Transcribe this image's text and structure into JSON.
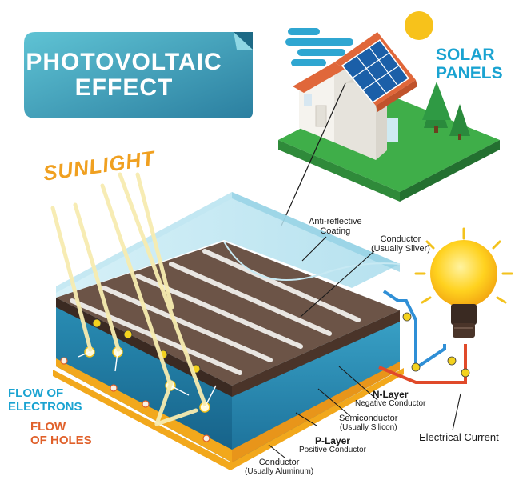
{
  "title": {
    "line1": "PHOTOVOLTAIC",
    "line2": "EFFECT"
  },
  "solar_panels": {
    "line1": "SOLAR",
    "line2": "PANELS"
  },
  "sunlight": "SUNLIGHT",
  "labels": {
    "anti_reflective": {
      "line1": "Anti-reflective",
      "line2": "Coating"
    },
    "conductor_top": {
      "line1": "Conductor",
      "line2": "(Usually Silver)"
    },
    "n_layer": {
      "name": "N-Layer",
      "desc": "Negative Conductor"
    },
    "semiconductor": {
      "name": "Semiconductor",
      "desc": "(Usually Silicon)"
    },
    "p_layer": {
      "name": "P-Layer",
      "desc": "Positive Conductor"
    },
    "conductor_bottom": {
      "line1": "Conductor",
      "line2": "(Usually Aluminum)"
    },
    "electrical_current": "Electrical Current",
    "flow_electrons": {
      "line1": "FLOW OF",
      "line2": "ELECTRONS"
    },
    "flow_holes": {
      "line1": "FLOW",
      "line2": "OF HOLES"
    }
  },
  "colors": {
    "title_bg": "#3a9fb4",
    "blue_label": "#1aa3d1",
    "orange_label": "#e0602a",
    "sunlight": "#f0a020",
    "wire_blue": "#2f8fd6",
    "wire_red": "#e04a2a",
    "grass": "#3fae49",
    "roof": "#e0673a"
  }
}
